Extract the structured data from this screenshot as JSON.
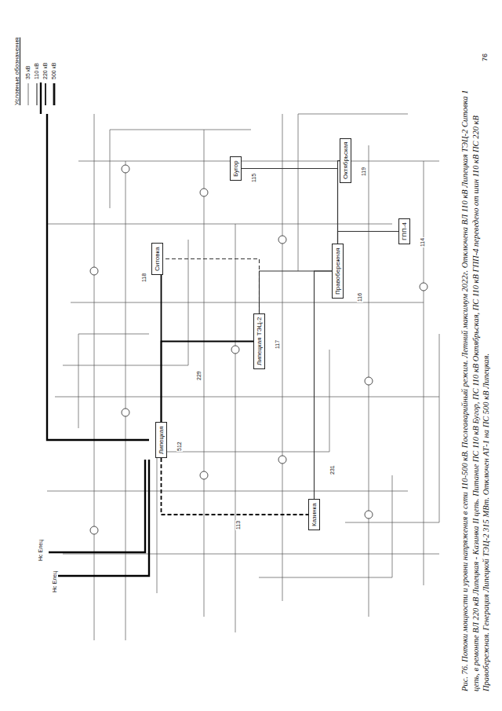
{
  "diagram": {
    "caption": "Рис. 76. Потоки мощности и уровни напряжения в сети 110-500 кВ. Послеаварийный режим. Летний максимум 2022г. Отключена ВЛ 110 кВ Липецкая ТЭЦ-2 Ситовка 1 цепь, в ремонте ВЛ 220 кВ Липецкая - Казинка II цепь. Питание ПС 110 кВ Бугор, ПС 110 кВ Октябрьская, ПС 110 кВ ГПП-4 переведено от шин 110 кВ ПС 220 кВ Правобережная. Генерация Липецкой ТЭЦ-2 315 МВт. Отключен АТ-1 на ПС 500 кВ Липецкая.",
    "nodes": [
      {
        "text": [
          "Липецкая"
        ]
      },
      {
        "text": [
          "Липецкая ТЭЦ-2"
        ]
      },
      {
        "text": [
          "Ситовка"
        ]
      },
      {
        "text": [
          "Казинка"
        ]
      },
      {
        "text": [
          "Правобережная"
        ]
      },
      {
        "text": [
          "Бугор"
        ]
      },
      {
        "text": [
          "Октябрьская"
        ]
      },
      {
        "text": [
          "ГПП-4"
        ]
      }
    ],
    "edges": [
      {
        "from": 0,
        "to": 1,
        "arrow": "none"
      },
      {
        "from": 0,
        "to": 2,
        "arrow": "none"
      },
      {
        "from": 0,
        "to": 3,
        "arrow": "none"
      },
      {
        "from": 1,
        "to": 2,
        "arrow": "none"
      },
      {
        "from": 1,
        "to": 4,
        "arrow": "none"
      },
      {
        "from": 3,
        "to": 4,
        "arrow": "none"
      },
      {
        "from": 4,
        "to": 5,
        "arrow": "none"
      },
      {
        "from": 4,
        "to": 6,
        "arrow": "none"
      },
      {
        "from": 4,
        "to": 7,
        "arrow": "none"
      }
    ],
    "labels": [
      "Условные обозначения",
      "76",
      "Нс Елец",
      "Нс Елец",
      "512",
      "229",
      "231",
      "117",
      "118",
      "116",
      "115",
      "119",
      "114",
      "113"
    ],
    "legend": [
      {
        "text": "35 кВ"
      },
      {
        "text": "110 кВ"
      },
      {
        "text": "220 кВ"
      },
      {
        "text": "500 кВ"
      }
    ]
  }
}
